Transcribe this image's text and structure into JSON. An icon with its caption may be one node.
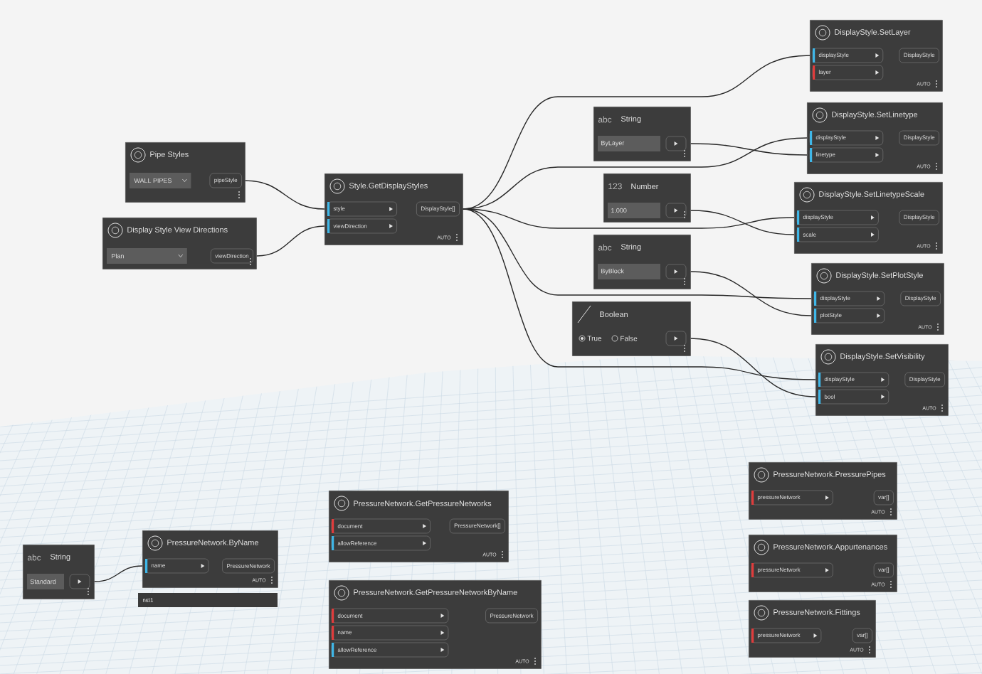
{
  "diagram": {
    "nodes": [
      {
        "text": [
          "Pipe Styles",
          "WALL PIPES",
          "pipeStyle"
        ]
      },
      {
        "text": [
          "Display Style View Directions",
          "Plan",
          "viewDirection"
        ]
      },
      {
        "text": [
          "Style.GetDisplayStyles",
          "style",
          "viewDirection",
          "DisplayStyle[]",
          "AUTO"
        ]
      },
      {
        "text": [
          "abc",
          "String",
          "ByLayer"
        ]
      },
      {
        "text": [
          "123",
          "Number",
          "1.000"
        ]
      },
      {
        "text": [
          "abc",
          "String",
          "ByBlock"
        ]
      },
      {
        "text": [
          "Boolean",
          "True",
          "False"
        ]
      },
      {
        "text": [
          "DisplayStyle.SetLayer",
          "displayStyle",
          "layer",
          "DisplayStyle",
          "AUTO"
        ]
      },
      {
        "text": [
          "DisplayStyle.SetLinetype",
          "displayStyle",
          "linetype",
          "DisplayStyle",
          "AUTO"
        ]
      },
      {
        "text": [
          "DisplayStyle.SetLinetypeScale",
          "displayStyle",
          "scale",
          "DisplayStyle",
          "AUTO"
        ]
      },
      {
        "text": [
          "DisplayStyle.SetPlotStyle",
          "displayStyle",
          "plotStyle",
          "DisplayStyle",
          "AUTO"
        ]
      },
      {
        "text": [
          "DisplayStyle.SetVisibility",
          "displayStyle",
          "bool",
          "DisplayStyle",
          "AUTO"
        ]
      },
      {
        "text": [
          "abc",
          "String",
          "Standard"
        ]
      },
      {
        "text": [
          "PressureNetwork.ByName",
          "name",
          "PressureNetwork",
          "AUTO"
        ],
        "beside": [
          "ns\\1"
        ]
      },
      {
        "text": [
          "PressureNetwork.GetPressureNetworks",
          "document",
          "allowReference",
          "PressureNetwork[]",
          "AUTO"
        ]
      },
      {
        "text": [
          "PressureNetwork.GetPressureNetworkByName",
          "document",
          "name",
          "allowReference",
          "PressureNetwork",
          "AUTO"
        ]
      },
      {
        "text": [
          "PressureNetwork.PressurePipes",
          "pressureNetwork",
          "var[]",
          "AUTO"
        ]
      },
      {
        "text": [
          "PressureNetwork.Appurtenances",
          "pressureNetwork",
          "var[]",
          "AUTO"
        ]
      },
      {
        "text": [
          "PressureNetwork.Fittings",
          "pressureNetwork",
          "var[]",
          "AUTO"
        ]
      }
    ],
    "edges": [
      {
        "from": 0,
        "to": 2,
        "arrow": "none"
      },
      {
        "from": 1,
        "to": 2,
        "arrow": "none"
      },
      {
        "from": 2,
        "to": 7,
        "arrow": "none"
      },
      {
        "from": 2,
        "to": 8,
        "arrow": "none"
      },
      {
        "from": 2,
        "to": 9,
        "arrow": "none"
      },
      {
        "from": 2,
        "to": 10,
        "arrow": "none"
      },
      {
        "from": 2,
        "to": 11,
        "arrow": "none"
      },
      {
        "from": 3,
        "to": 8,
        "arrow": "none"
      },
      {
        "from": 4,
        "to": 9,
        "arrow": "none"
      },
      {
        "from": 5,
        "to": 10,
        "arrow": "none"
      },
      {
        "from": 6,
        "to": 11,
        "arrow": "none"
      },
      {
        "from": 12,
        "to": 13,
        "arrow": "none"
      }
    ]
  }
}
